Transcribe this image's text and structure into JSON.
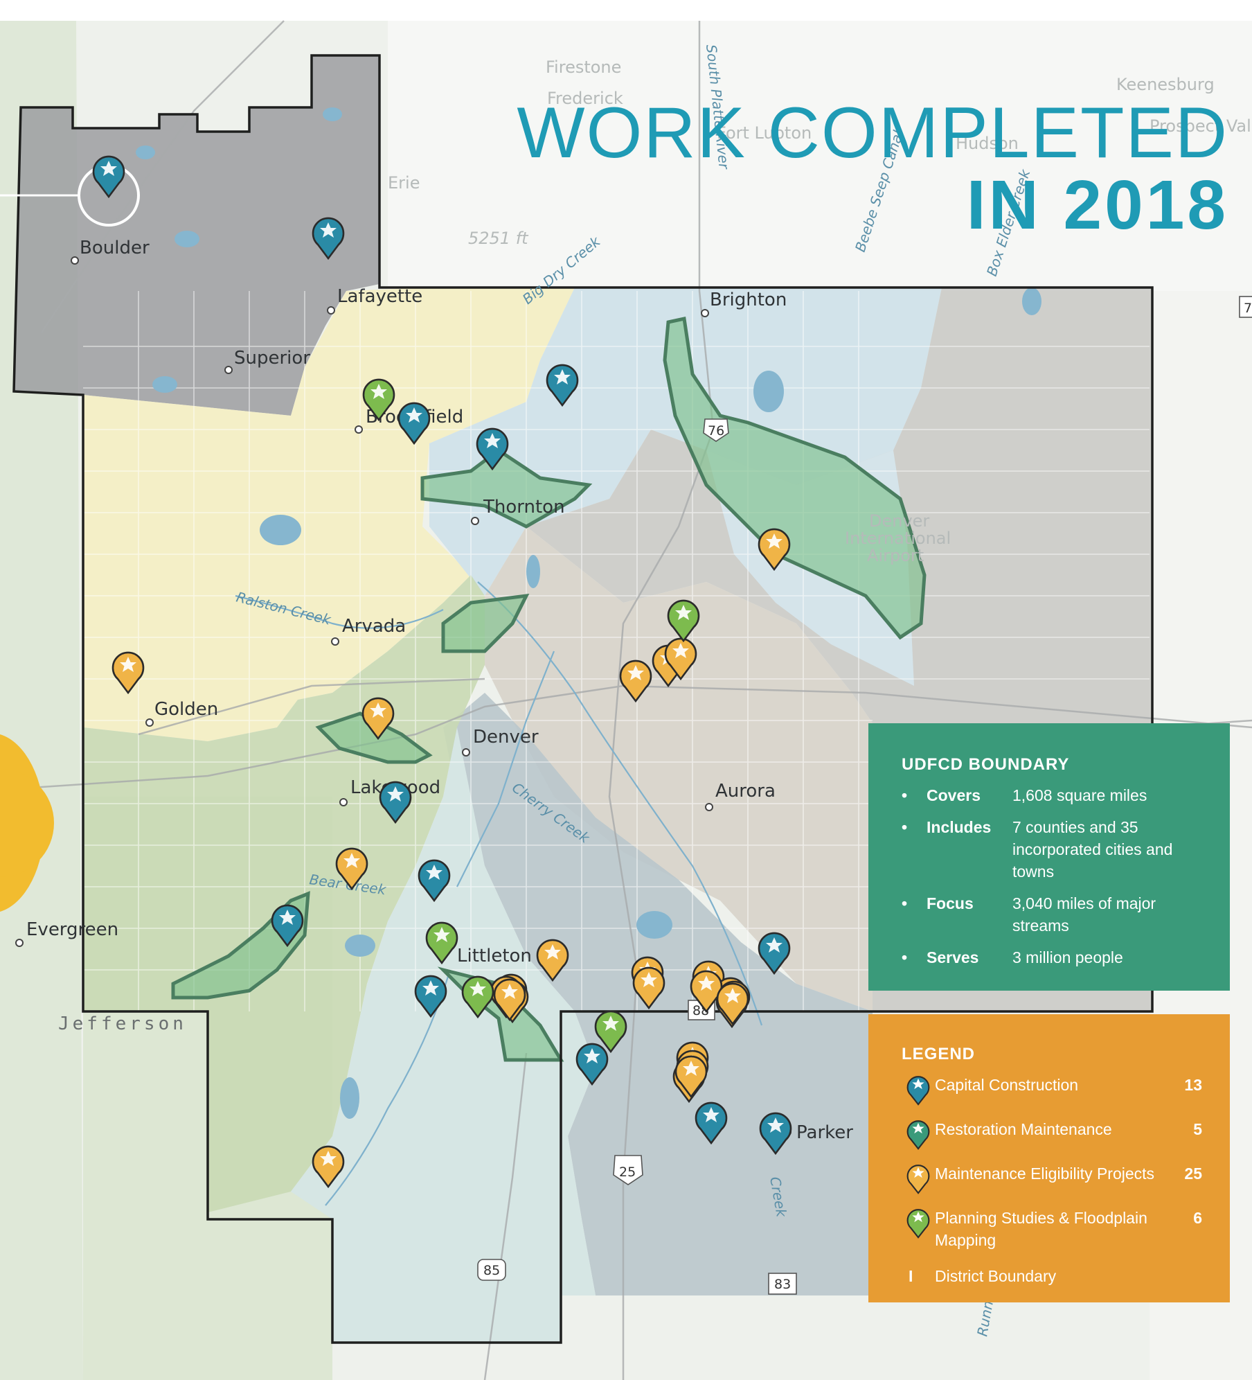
{
  "title": {
    "line1": "WORK COMPLETED",
    "line2": "IN 2018"
  },
  "map": {
    "cities": [
      "Boulder",
      "Lafayette",
      "Superior",
      "Broomfield",
      "Brighton",
      "Thornton",
      "Arvada",
      "Golden",
      "Denver",
      "Lakewood",
      "Aurora",
      "Evergreen",
      "Littleton",
      "Parker"
    ],
    "faded_places": [
      "Firestone",
      "Frederick",
      "Fort Lupton",
      "Keenesburg",
      "Erie",
      "Hudson",
      "Prospect Valley",
      "5251 ft"
    ],
    "water_labels": [
      "Ralston Creek",
      "Bear Creek",
      "Cherry Creek",
      "Big Dry Creek",
      "South Platte River",
      "Beebe Seep Canal",
      "Box Elder Creek",
      "Creek",
      "Running Creek"
    ],
    "airport_label": [
      "Denver",
      "International",
      "Airport"
    ],
    "county_label": "Jefferson",
    "highways": [
      "76",
      "25",
      "85",
      "83",
      "88",
      "7"
    ]
  },
  "info_box": {
    "heading": "UDFCD BOUNDARY",
    "rows": [
      {
        "key": "Covers",
        "value": "1,608 square miles"
      },
      {
        "key": "Includes",
        "value": "7 counties and 35 incorporated cities and towns"
      },
      {
        "key": "Focus",
        "value": "3,040 miles of major streams"
      },
      {
        "key": "Serves",
        "value": "3 million people"
      }
    ]
  },
  "legend": {
    "heading": "LEGEND",
    "items": [
      {
        "label": "Capital Construction",
        "count": "13",
        "color": "#2a8ba6",
        "icon": "star-pin-icon"
      },
      {
        "label": "Restoration Maintenance",
        "count": "5",
        "color": "#3a9a7a",
        "icon": "star-pin-icon"
      },
      {
        "label": "Maintenance Eligibility Projects",
        "count": "25",
        "color": "#f0b447",
        "icon": "star-pin-icon"
      },
      {
        "label": "Planning Studies & Floodplain Mapping",
        "count": "6",
        "color": "#7dbb4e",
        "icon": "star-pin-icon"
      }
    ],
    "boundary_label": "District Boundary"
  },
  "colors": {
    "accent": "#1f9bb5",
    "info_bg": "#3a9a7a",
    "legend_bg": "#e79c33"
  }
}
